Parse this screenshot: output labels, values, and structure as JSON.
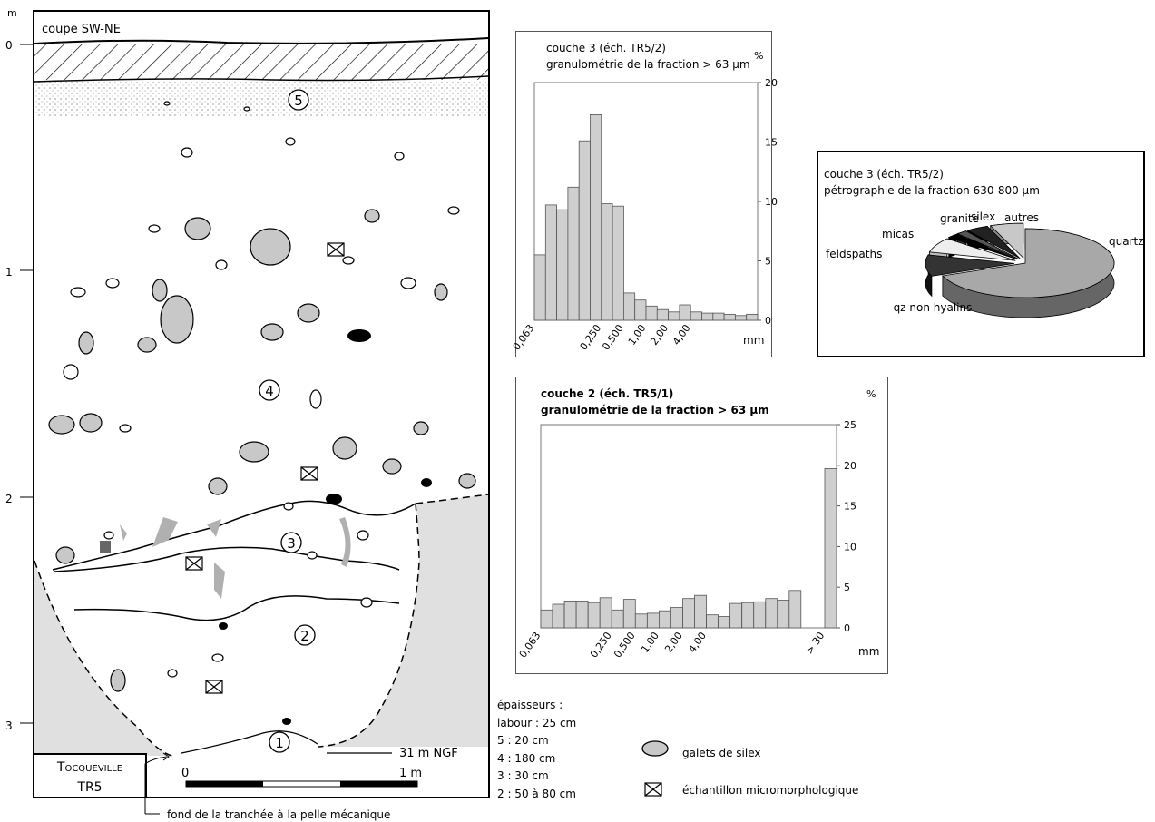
{
  "section": {
    "title": "coupe SW-NE",
    "depth_unit": "m",
    "depth_ticks": [
      "0",
      "1",
      "2",
      "3"
    ],
    "layer_labels": [
      "5",
      "4",
      "3",
      "2",
      "1"
    ],
    "site_name": "Tocqueville",
    "site_code": "TR5",
    "ngf_label": "31 m NGF",
    "scale_labels": [
      "0",
      "1 m"
    ],
    "trench_note": "fond de la tranchée à la pelle mécanique"
  },
  "thicknesses": {
    "header": "épaisseurs :",
    "lines": [
      "labour : 25 cm",
      "5 : 20 cm",
      "4 : 180 cm",
      "3 : 30 cm",
      "2 : 50 à 80 cm"
    ]
  },
  "legend": {
    "pebble": "galets de silex",
    "sample": "échantillon micromorphologique"
  },
  "colors": {
    "bar": "#cfcfcf",
    "shade": "#e0e0e0",
    "pebble": "#c8c8c8",
    "lightgrey": "#b0b0b0"
  },
  "chart_data": [
    {
      "type": "bar",
      "title": "couche 3 (éch. TR5/2)",
      "subtitle": "granulométrie de la fraction > 63 µm",
      "ylabel": "%",
      "xlabel": "mm",
      "ylim": [
        0,
        20
      ],
      "yticks": [
        "0",
        "5",
        "10",
        "15",
        "20"
      ],
      "xtick_labels": [
        "0,063",
        "0,250",
        "0,500",
        "1,00",
        "2,00",
        "4,00"
      ],
      "values": [
        5.5,
        9.7,
        9.3,
        11.2,
        15.1,
        17.3,
        9.8,
        9.6,
        2.3,
        1.7,
        1.2,
        0.9,
        0.7,
        1.3,
        0.7,
        0.6,
        0.6,
        0.5,
        0.4,
        0.5
      ]
    },
    {
      "type": "pie",
      "title": "couche 3 (éch. TR5/2)",
      "subtitle": "pétrographie de la fraction 630-800 µm",
      "slices": [
        {
          "label": "quartz",
          "value": 69
        },
        {
          "label": "qz non hyalins",
          "value": 10
        },
        {
          "label": "feldspaths",
          "value": 7
        },
        {
          "label": "micas",
          "value": 2
        },
        {
          "label": "granite",
          "value": 2
        },
        {
          "label": "silex",
          "value": 4
        },
        {
          "label": "autres",
          "value": 6
        }
      ]
    },
    {
      "type": "bar",
      "title": "couche 2 (éch. TR5/1)",
      "subtitle": "granulométrie de la fraction > 63 µm",
      "ylabel": "%",
      "xlabel": "mm",
      "ylim": [
        0,
        25
      ],
      "yticks": [
        "0",
        "5",
        "10",
        "15",
        "20",
        "25"
      ],
      "xtick_labels": [
        "0,063",
        "0,250",
        "0,500",
        "1,00",
        "2,00",
        "4,00",
        "> 30"
      ],
      "values": [
        2.2,
        2.9,
        3.3,
        3.3,
        3.1,
        3.7,
        2.2,
        3.5,
        1.7,
        1.8,
        2.1,
        2.5,
        3.6,
        4.0,
        1.6,
        1.4,
        3.0,
        3.1,
        3.2,
        3.6,
        3.4,
        4.6,
        0,
        0,
        19.6
      ]
    }
  ]
}
